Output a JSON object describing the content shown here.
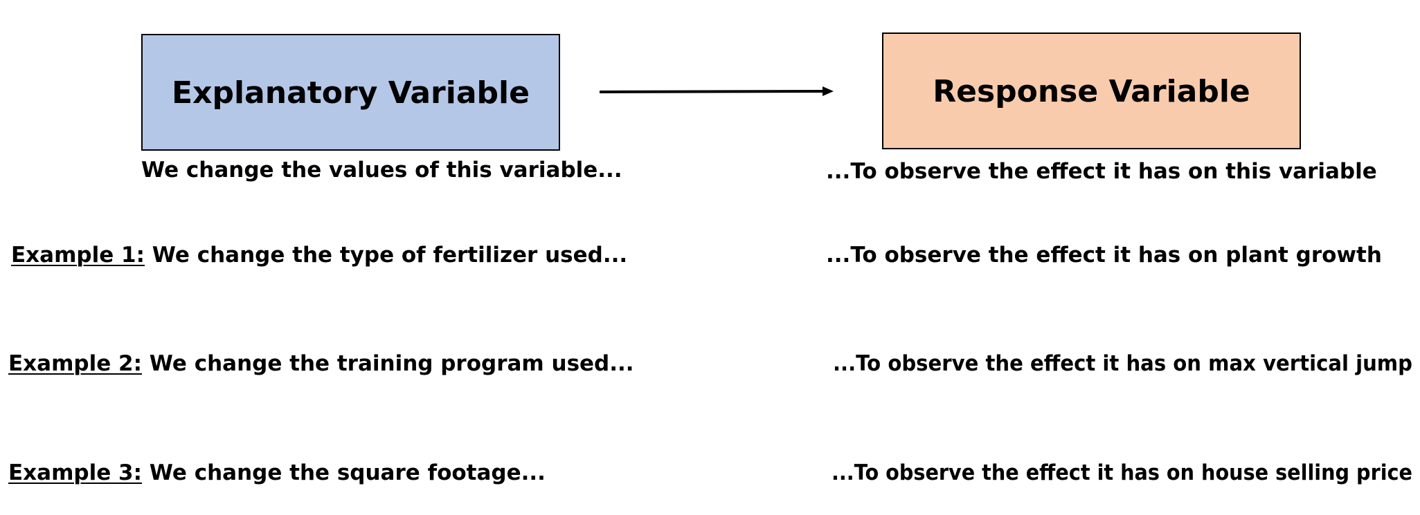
{
  "explanatory": {
    "title": "Explanatory Variable",
    "caption": "We change the values of this variable...",
    "fill": "#b4c7e7"
  },
  "response": {
    "title": "Response Variable",
    "caption": "...To observe the effect it has on this variable",
    "fill": "#f8cbad"
  },
  "examples": [
    {
      "label": "Example 1:",
      "cause": " We change the type of fertilizer used...",
      "effect": "...To observe the effect it has on plant growth"
    },
    {
      "label": "Example 2:",
      "cause": " We change the training program used...",
      "effect": "...To observe the effect it has on max vertical jump"
    },
    {
      "label": "Example 3:",
      "cause": " We change the square footage...",
      "effect": "...To observe the effect it has on house selling price"
    }
  ]
}
